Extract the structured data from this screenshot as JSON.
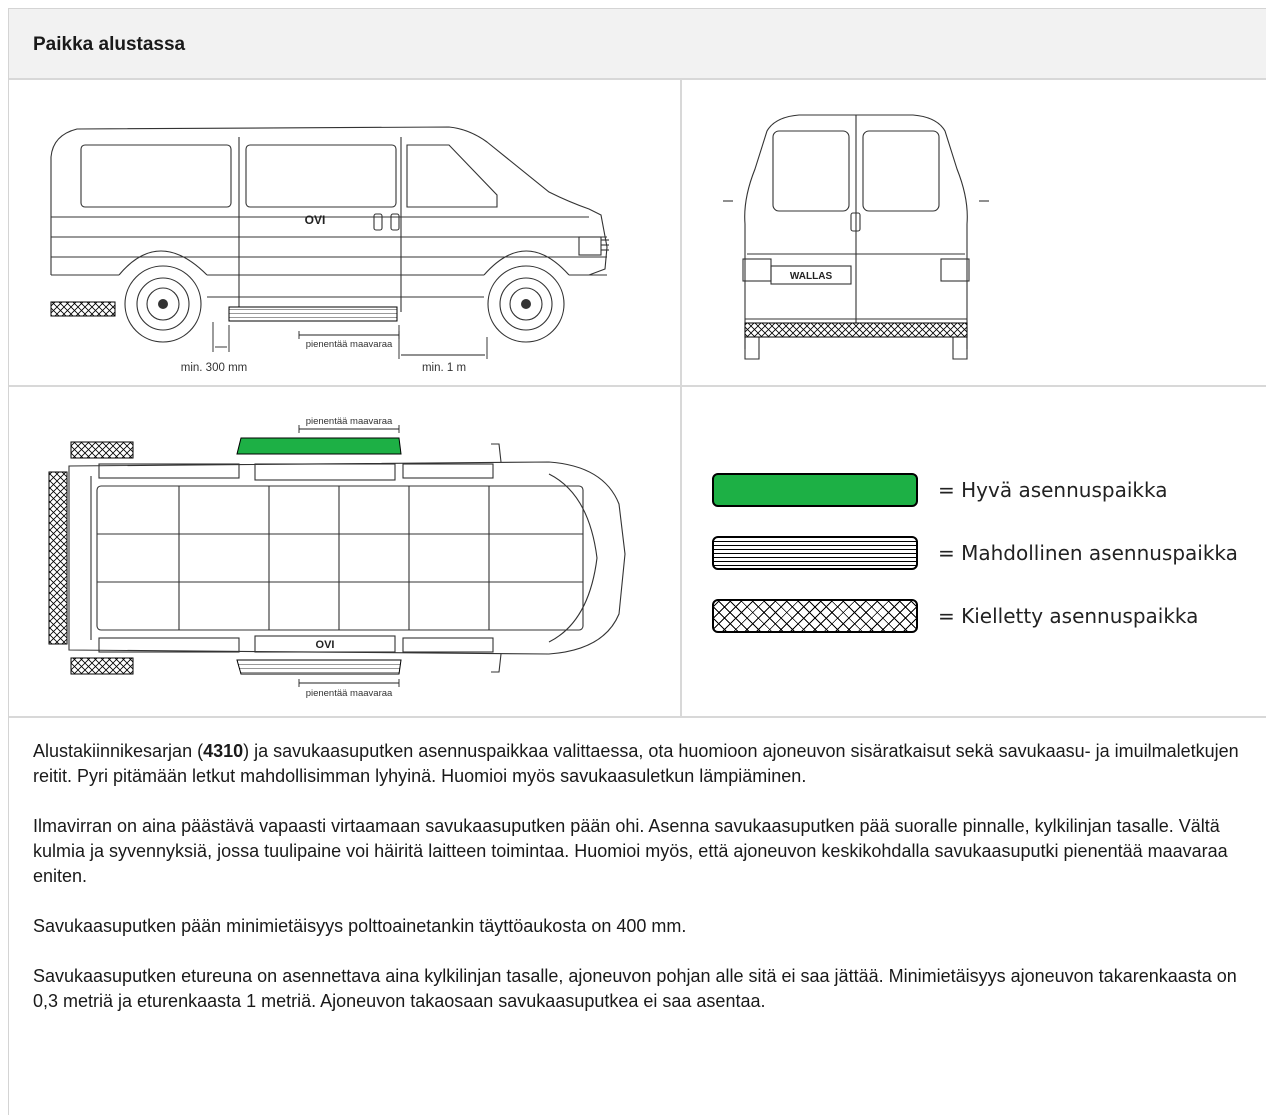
{
  "header": {
    "title": "Paikka alustassa"
  },
  "side_view": {
    "door_label": "OVI",
    "reduce_label": "pienentää maavaraa",
    "min_rear": "min. 300 mm",
    "min_front": "min. 1 m"
  },
  "rear_view": {
    "plate": "WALLAS"
  },
  "top_view": {
    "top_label": "pienentää maavaraa",
    "door_label": "OVI",
    "bottom_label": "pienentää maavaraa"
  },
  "legend": [
    {
      "label": "= Hyvä asennuspaikka",
      "color": "#1db045"
    },
    {
      "label": "= Mahdollinen asennuspaikka"
    },
    {
      "label": "= Kielletty asennuspaikka"
    }
  ],
  "paragraphs": {
    "p1_before": "Alustakiinnikesarjan (",
    "p1_bold": "4310",
    "p1_after": ") ja savukaasuputken asennuspaikkaa valittaessa, ota huomioon ajoneuvon sisäratkaisut sekä savukaasu- ja imuilmaletkujen reitit. Pyri pitämään letkut mahdollisimman lyhyinä. Huomioi myös savukaasuletkun lämpiäminen.",
    "p2": "Ilmavirran on aina päästävä vapaasti virtaamaan savukaasuputken pään ohi. Asenna savukaasuputken pää suoralle pinnalle, kylkilinjan tasalle. Vältä kulmia ja syvennyksiä, jossa tuulipaine voi häiritä laitteen toimintaa. Huomioi myös, että ajoneuvon keskikohdalla savukaasuputki pienentää maavaraa eniten.",
    "p3": "Savukaasuputken pään minimietäisyys polttoainetankin täyttöaukosta on 400 mm.",
    "p4": "Savukaasuputken etureuna on asennettava aina kylkilinjan tasalle, ajoneuvon pohjan alle sitä ei saa jättää. Minimietäisyys ajoneuvon takarenkaasta on 0,3  metriä ja eturenkaasta 1 metriä. Ajoneuvon takaosaan savukaasuputkea ei saa asentaa."
  }
}
